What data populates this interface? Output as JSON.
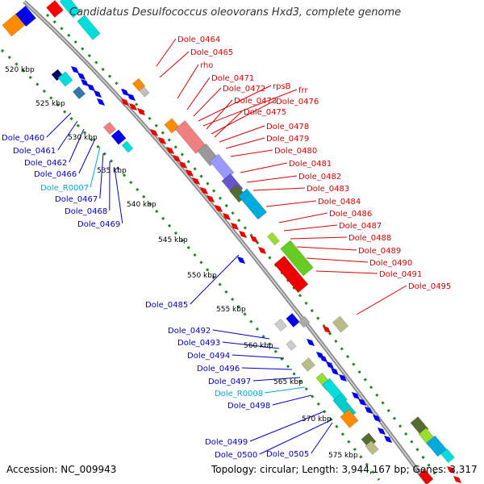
{
  "title": "Candidatus Desulfococcus oleovorans Hxd3, complete genome",
  "footer": {
    "accession": "Accession: NC_009943",
    "topology": "Topology: circular; Length: 3,944,167 bp; Genes: 3,317"
  },
  "colors": {
    "label_red": "#dd0000",
    "label_blue": "#0000cc",
    "label_cyan": "#00aadd",
    "backbone": "#999999",
    "tick": "#228822"
  },
  "scale_ticks": [
    "520 kbp",
    "525 kbp",
    "530 kbp",
    "535 kbp",
    "540 kbp",
    "545 kbp",
    "550 kbp",
    "555 kbp",
    "560 kbp",
    "565 kbp",
    "570 kbp",
    "575 kbp"
  ],
  "right_labels": [
    "Dole_0464",
    "Dole_0465",
    "rho",
    "Dole_0471",
    "Dole_0472",
    "rpsB",
    "frr",
    "Dole_0473",
    "Dole_0476",
    "Dole_0475",
    "Dole_0478",
    "Dole_0479",
    "Dole_0480",
    "Dole_0481",
    "Dole_0482",
    "Dole_0483",
    "Dole_0484",
    "Dole_0486",
    "Dole_0487",
    "Dole_0488",
    "Dole_0489",
    "Dole_0490",
    "Dole_0491",
    "Dole_0495"
  ],
  "left_labels": [
    "Dole_0460",
    "Dole_0461",
    "Dole_0462",
    "Dole_0466",
    "Dole_R0007",
    "Dole_0467",
    "Dole_0468",
    "Dole_0469",
    "Dole_0485",
    "Dole_0492",
    "Dole_0493",
    "Dole_0494",
    "Dole_0496",
    "Dole_0497",
    "Dole_R0008",
    "Dole_0498",
    "Dole_0499",
    "Dole_0500",
    "Dole_0505"
  ]
}
